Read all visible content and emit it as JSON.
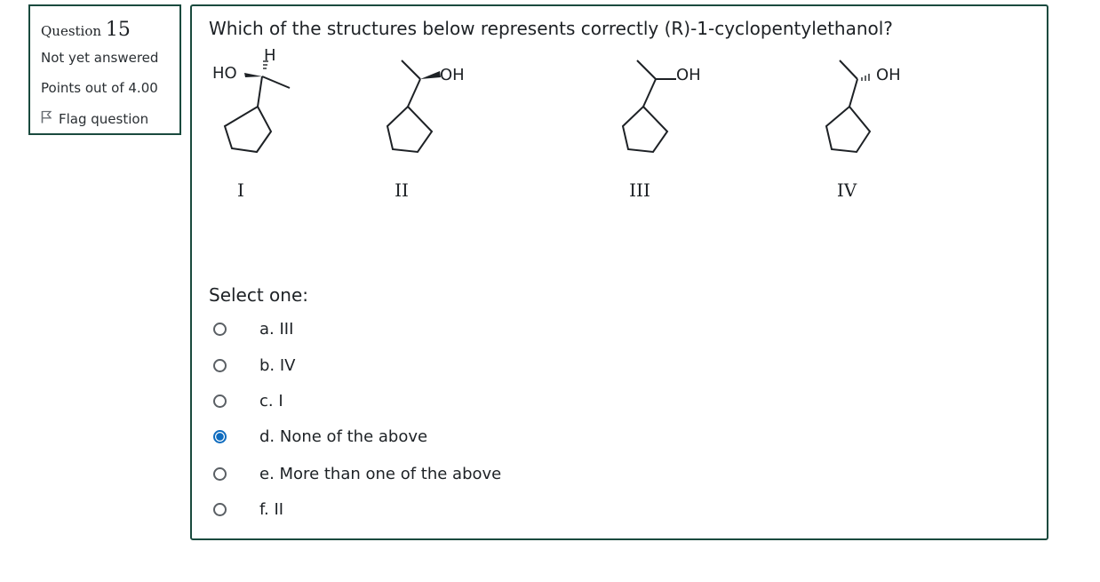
{
  "question_info": {
    "question_label": "Question",
    "question_number": "15",
    "state": "Not yet answered",
    "points": "Points out of 4.00",
    "flag_label": "Flag question"
  },
  "question": {
    "text": "Which of the structures below represents correctly (R)-1-cyclopentylethanol?",
    "structures": [
      {
        "label": "I",
        "atoms": [
          "HO",
          "H"
        ]
      },
      {
        "label": "II",
        "atoms": [
          "OH"
        ]
      },
      {
        "label": "III",
        "atoms": [
          "OH"
        ]
      },
      {
        "label": "IV",
        "atoms": [
          "OH"
        ]
      }
    ]
  },
  "answer": {
    "prompt": "Select one:",
    "options": [
      {
        "label": "a. III",
        "selected": false
      },
      {
        "label": "b. IV",
        "selected": false
      },
      {
        "label": "c. I",
        "selected": false
      },
      {
        "label": "d. None of the above",
        "selected": true
      },
      {
        "label": "e. More than one of the above",
        "selected": false
      },
      {
        "label": "f. II",
        "selected": false
      }
    ]
  },
  "colors": {
    "border": "#1a4a3e",
    "radio_selected": "#0f6cbf",
    "text": "#1d2125"
  },
  "icons": {
    "flag": "flag-icon",
    "radio": "radio-icon"
  }
}
